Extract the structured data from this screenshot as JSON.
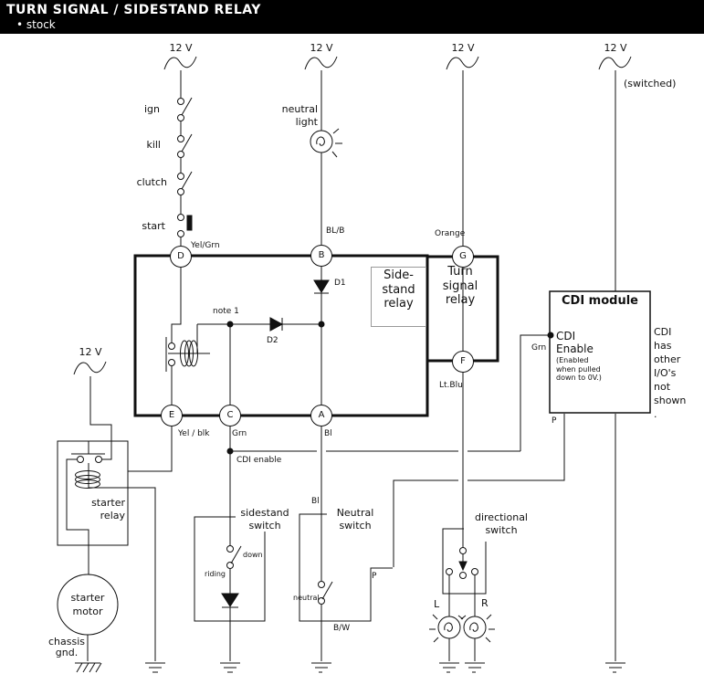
{
  "header": {
    "title": "TURN SIGNAL / SIDESTAND RELAY",
    "bullet": "•",
    "subtitle": "stock"
  },
  "colors": {
    "bar_bg": "#000000",
    "bar_text": "#ffffff",
    "line": "#111111",
    "note_box_border": "#999999"
  },
  "sources": {
    "v_col1": "12 V",
    "v_col2": "12 V",
    "v_col3": "12 V",
    "v_col4": "12 V",
    "v_starter": "12 V",
    "switched_note": "(switched)"
  },
  "switch_labels": {
    "ign": "ign",
    "kill": "kill",
    "clutch": "clutch",
    "start": "start"
  },
  "terminals": {
    "d": "D",
    "b": "B",
    "g": "G",
    "e": "E",
    "c": "C",
    "a": "A",
    "f": "F"
  },
  "wire_labels": {
    "yel_grn": "Yel/Grn",
    "bl_b": "BL/B",
    "orange": "Orange",
    "yel_blk": "Yel / blk",
    "grn": "Grn",
    "bl": "Bl",
    "lt_blu": "Lt.Blu",
    "cdi_grn": "Grn",
    "p_cdi": "P",
    "p_neutral": "P",
    "cdi_enable": "CDI enable",
    "bl_neutral": "Bl",
    "b_w": "B/W"
  },
  "diodes": {
    "d1": "D1",
    "d2": "D2",
    "note1": "note 1"
  },
  "lamps": {
    "neutral_light": [
      "neutral",
      "light"
    ],
    "l": "L",
    "r": "R"
  },
  "boxes": {
    "sidestand_relay": [
      "Side-",
      "stand",
      "relay"
    ],
    "turn_signal_relay": [
      "Turn",
      "signal",
      "relay"
    ],
    "cdi_title": "CDI module",
    "cdi_pin": [
      "CDI",
      "Enable"
    ],
    "cdi_pin_note": [
      "(Enabled",
      "when pulled",
      "down to 0V.)"
    ],
    "cdi_side_note": [
      "CDI",
      "has",
      "other",
      "I/O's",
      "not",
      "shown",
      "."
    ],
    "starter_relay": [
      "starter",
      "relay"
    ],
    "starter_motor": [
      "starter",
      "motor"
    ],
    "chassis_gnd": [
      "chassis",
      "gnd."
    ]
  },
  "bottom_switches": {
    "sidestand": [
      "sidestand",
      "switch"
    ],
    "neutral": [
      "Neutral",
      "switch"
    ],
    "directional": [
      "directional",
      "switch"
    ],
    "down": "down",
    "riding": "riding",
    "neutral_pos": "neutral"
  }
}
